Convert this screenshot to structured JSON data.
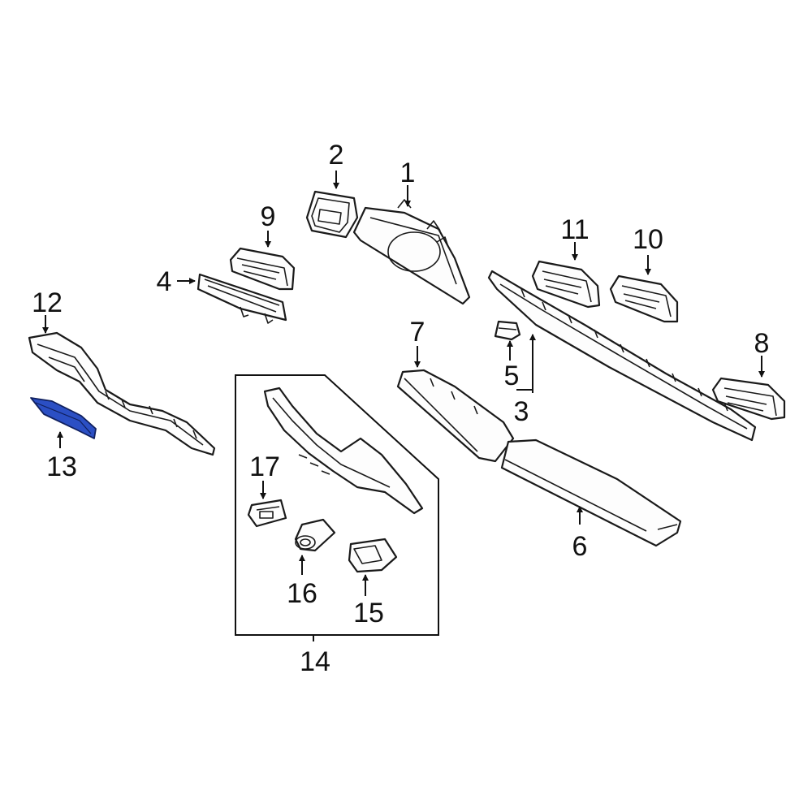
{
  "callouts": {
    "c1": "1",
    "c2": "2",
    "c3": "3",
    "c4": "4",
    "c5": "5",
    "c6": "6",
    "c7": "7",
    "c8": "8",
    "c9": "9",
    "c10": "10",
    "c11": "11",
    "c12": "12",
    "c13": "13",
    "c14": "14",
    "c15": "15",
    "c16": "16",
    "c17": "17"
  },
  "colors": {
    "highlight": "#2B4FC4",
    "ink": "#1a1a1a",
    "background": "#ffffff"
  }
}
